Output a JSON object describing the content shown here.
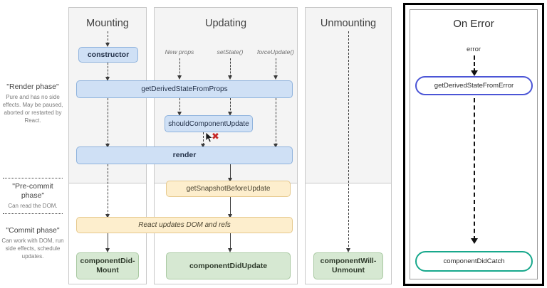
{
  "legend": [
    {
      "title": "\"Render phase\"",
      "desc": "Pure and has no side effects. May be paused, aborted or restarted by React."
    },
    {
      "title": "\"Pre-commit phase\"",
      "desc": "Can read the DOM."
    },
    {
      "title": "\"Commit phase\"",
      "desc": "Can work with DOM, run side effects, schedule updates."
    }
  ],
  "columns": {
    "mounting": {
      "title": "Mounting",
      "boxes": {
        "constructor": "constructor",
        "componentDidMount": "componentDid-Mount"
      }
    },
    "updating": {
      "title": "Updating",
      "entries": [
        "New props",
        "setState()",
        "forceUpdate()"
      ],
      "boxes": {
        "shouldComponentUpdate": "shouldComponentUpdate",
        "getSnapshotBeforeUpdate": "getSnapshotBeforeUpdate",
        "componentDidUpdate": "componentDidUpdate"
      }
    },
    "unmounting": {
      "title": "Unmounting",
      "boxes": {
        "componentWillUnmount": "componentWill-Unmount"
      }
    }
  },
  "shared": {
    "getDerivedStateFromProps": "getDerivedStateFromProps",
    "render": "render",
    "reactUpdatesDom": "React updates DOM and refs"
  },
  "error_panel": {
    "title": "On Error",
    "entry_label": "error",
    "boxes": {
      "getDerivedStateFromError": "getDerivedStateFromError",
      "componentDidCatch": "componentDidCatch"
    }
  },
  "annotations": {
    "cancel_marker": "✖"
  },
  "colors": {
    "render_phase_box": "#cfe0f5",
    "pre_commit_box": "#fdeecd",
    "commit_box": "#d6e8d2",
    "error_first_border": "#4b55d6",
    "error_second_border": "#18a88c",
    "cancel_marker": "#c62828"
  }
}
